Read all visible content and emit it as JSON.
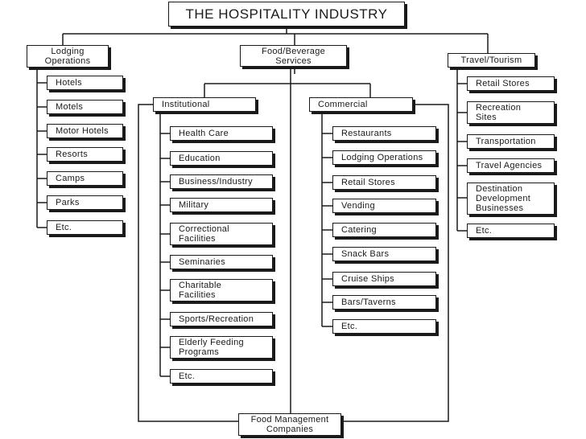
{
  "title": "THE HOSPITALITY INDUSTRY",
  "lodging": {
    "label": "Lodging\nOperations",
    "items": [
      "Hotels",
      "Motels",
      "Motor Hotels",
      "Resorts",
      "Camps",
      "Parks",
      "Etc."
    ]
  },
  "food": {
    "label": "Food/Beverage\nServices",
    "institutional": {
      "label": "Institutional",
      "items": [
        "Health Care",
        "Education",
        "Business/Industry",
        "Military",
        "Correctional\nFacilities",
        "Seminaries",
        "Charitable\nFacilities",
        "Sports/Recreation",
        "Elderly Feeding\nPrograms",
        "Etc."
      ]
    },
    "commercial": {
      "label": "Commercial",
      "items": [
        "Restaurants",
        "Lodging Operations",
        "Retail Stores",
        "Vending",
        "Catering",
        "Snack Bars",
        "Cruise Ships",
        "Bars/Taverns",
        "Etc."
      ]
    },
    "management": "Food Management\nCompanies"
  },
  "travel": {
    "label": "Travel/Tourism",
    "items": [
      "Retail Stores",
      "Recreation\nSites",
      "Transportation",
      "Travel Agencies",
      "Destination\nDevelopment\nBusinesses",
      "Etc."
    ]
  },
  "colors": {
    "ink": "#1a1a1a",
    "paper": "#ffffff"
  }
}
